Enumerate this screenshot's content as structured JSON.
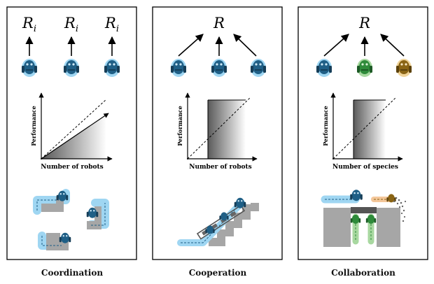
{
  "panels": [
    {
      "caption": "Coordination",
      "reward_symbol": "R",
      "reward_subscript": "i",
      "xlabel": "Number of robots",
      "ylabel": "Performance"
    },
    {
      "caption": "Cooperation",
      "reward_symbol": "R",
      "xlabel": "Number of robots",
      "ylabel": "Performance"
    },
    {
      "caption": "Collaboration",
      "reward_symbol": "R",
      "xlabel": "Number of species",
      "ylabel": "Performance"
    }
  ],
  "colors": {
    "robot_blue": "#1f5f86",
    "robot_green": "#2e8b3a",
    "robot_brown": "#8a6414",
    "halo_blue": "#9fd6f2",
    "halo_green": "#a8d8a0",
    "halo_orange": "#f4c79a",
    "block_gray": "#a6a6a6",
    "dark_gray": "#555555",
    "frame": "#000000"
  }
}
